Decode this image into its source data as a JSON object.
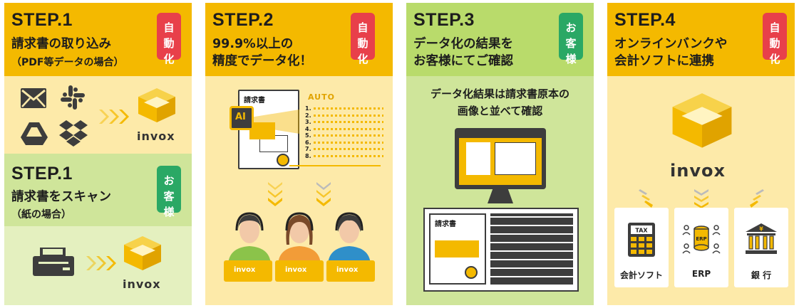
{
  "panels": {
    "step1": {
      "step": "STEP.1",
      "title": "請求書の取り込み",
      "subtitle": "（PDF等データの場合）",
      "badge": [
        "自",
        "動",
        "化"
      ],
      "brand": "invox"
    },
    "step1b": {
      "step": "STEP.1",
      "title": "請求書をスキャン",
      "subtitle": "（紙の場合）",
      "badge": [
        "お",
        "客",
        "様"
      ],
      "brand": "invox"
    },
    "step2": {
      "step": "STEP.2",
      "title_line1": "99.9%以上の",
      "title_line2": "精度でデータ化！",
      "badge": [
        "自",
        "動",
        "化"
      ],
      "doc_label": "請求書",
      "ai_label": "AI",
      "auto_label": "AUTO",
      "rows": [
        "1.",
        "2.",
        "3.",
        "4.",
        "5.",
        "6.",
        "7.",
        "8."
      ],
      "operator_brand": "invox"
    },
    "step3": {
      "step": "STEP.3",
      "title_line1": "データ化の結果を",
      "title_line2": "お客様にてご確認",
      "badge": [
        "お",
        "客",
        "様"
      ],
      "caption_line1": "データ化結果は請求書原本の",
      "caption_line2": "画像と並べて確認",
      "doc_label": "請求書"
    },
    "step4": {
      "step": "STEP.4",
      "title_line1": "オンラインバンクや",
      "title_line2": "会計ソフトに連携",
      "badge": [
        "自",
        "動",
        "化"
      ],
      "brand": "invox",
      "targets": [
        {
          "label": "会計ソフト",
          "icon_text": "TAX"
        },
        {
          "label": "ERP",
          "icon_text": "ERP"
        },
        {
          "label": "銀 行",
          "icon_text": "¥"
        }
      ]
    }
  },
  "colors": {
    "yellow": "#f4b900",
    "cream": "#fdeaa9",
    "light_green": "#cfe59a",
    "red_badge": "#e8404a",
    "green_badge": "#2aa865"
  },
  "icons": [
    "mail-icon",
    "slack-icon",
    "google-drive-icon",
    "dropbox-icon",
    "scanner-icon",
    "monitor-icon",
    "tax-calculator-icon",
    "erp-icon",
    "bank-icon"
  ]
}
